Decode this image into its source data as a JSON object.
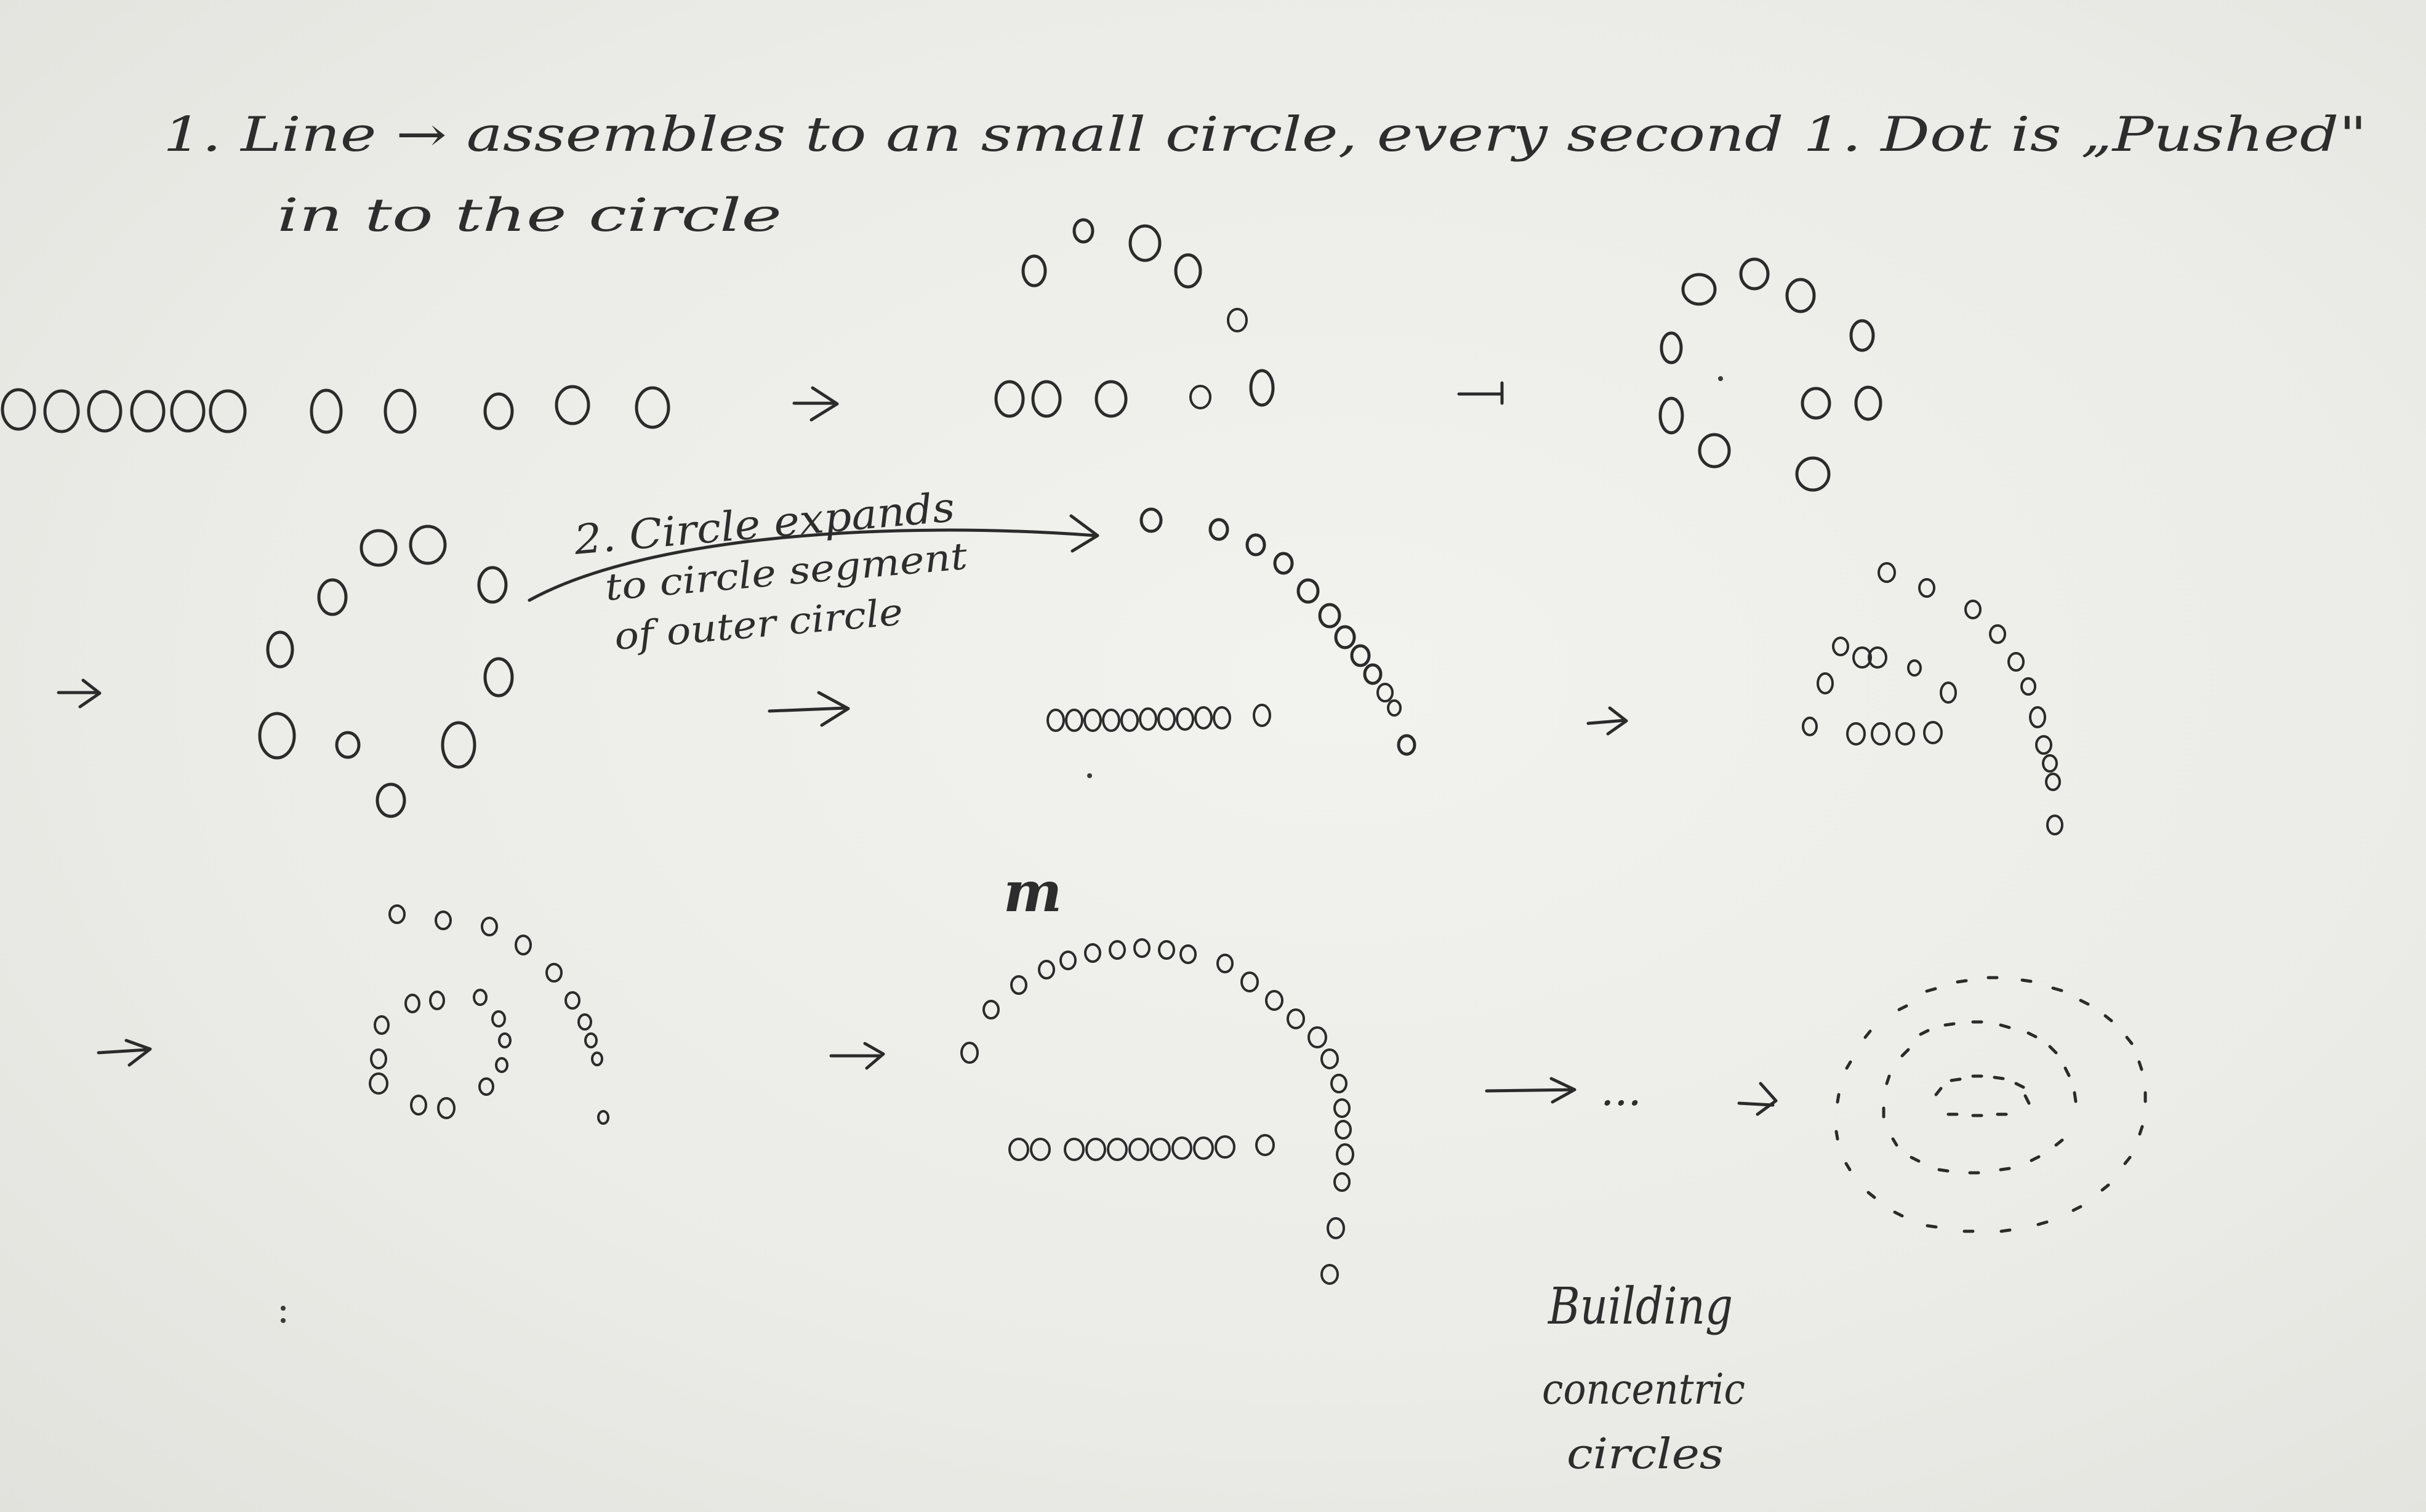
{
  "notes": {
    "title_line1": "1. Line  → assembles  to an small circle, every second  1. Dot  is „Pushed\"",
    "title_line2": "in to the  circle",
    "step2_line1": "2. Circle expands",
    "step2_line2": "to circle segment",
    "step2_line3": "of outer circle",
    "bottom_line1": "Building",
    "bottom_line2": "concentric",
    "bottom_line3": "circles"
  },
  "symbols": {
    "arrow": "→",
    "ellipsis": "...",
    "squiggle": "m"
  },
  "colors": {
    "paper": "#ecece8",
    "ink": "#2b2b2b"
  }
}
